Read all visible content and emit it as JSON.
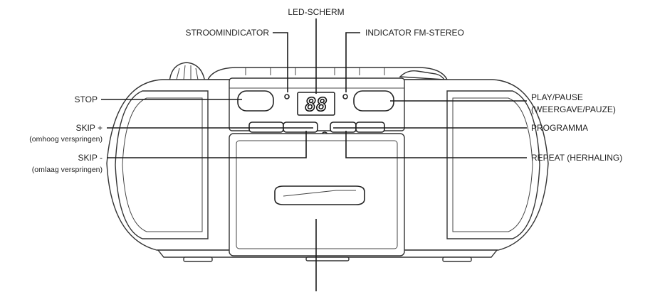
{
  "labels": {
    "led_screen": "LED-SCHERM",
    "power_indicator": "STROOMINDICATOR",
    "fm_stereo_indicator": "INDICATOR FM-STEREO",
    "stop": "STOP",
    "play_pause": "PLAY/PAUSE",
    "play_pause_sub": "(WEERGAVE/PAUZE)",
    "skip_plus": "SKIP +",
    "skip_plus_sub": "(omhoog verspringen)",
    "skip_minus": "SKIP -",
    "skip_minus_sub": "(omlaag verspringen)",
    "program": "PROGRAMMA",
    "repeat": "REPEAT (HERHALING)"
  },
  "display": {
    "digits": "88"
  }
}
